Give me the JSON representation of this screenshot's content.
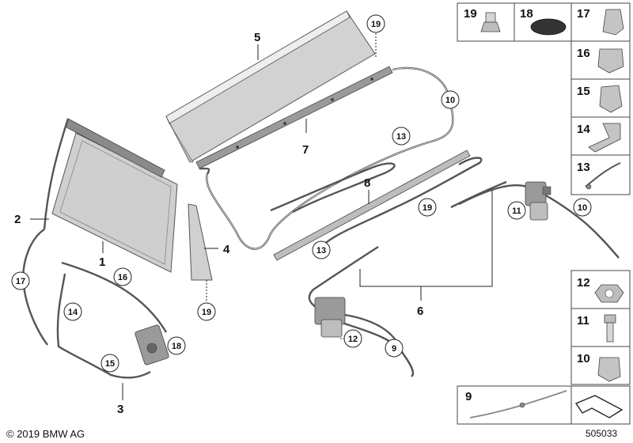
{
  "copyright": "© 2019 BMW AG",
  "diagram_id": "505033",
  "callouts": {
    "1": "1",
    "2": "2",
    "3": "3",
    "4": "4",
    "5": "5",
    "6": "6",
    "7": "7",
    "8": "8"
  },
  "circled": {
    "c19_top": "19",
    "c10_top": "10",
    "c13_mid": "13",
    "c19_mid": "19",
    "c13_low": "13",
    "c11": "11",
    "c10_right": "10",
    "c17": "17",
    "c16": "16",
    "c14": "14",
    "c18": "18",
    "c15": "15",
    "c19_low": "19",
    "c12": "12",
    "c9": "9"
  },
  "parts_table": {
    "top": [
      "19",
      "18",
      "17",
      "16",
      "15",
      "14",
      "13"
    ],
    "mid": [
      "12",
      "11",
      "10"
    ],
    "bottom": "9"
  }
}
